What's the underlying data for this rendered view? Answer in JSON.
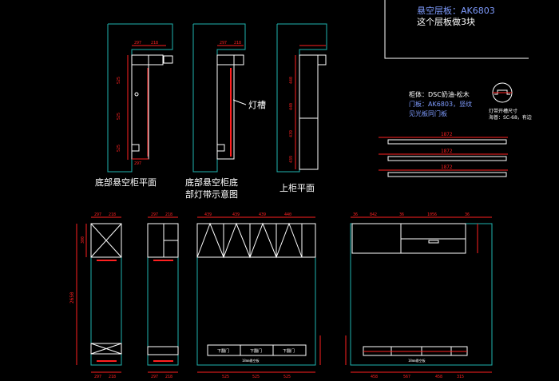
{
  "notes": {
    "shelf_title": "悬空层板：AK6803",
    "shelf_note": "这个层板做3块",
    "cabinet_body": "柜体：DSC奶油-松木",
    "door_panel": "门板：AK6803，竖纹",
    "see_light_door": "见光板同门板",
    "light_strip_note": "灯带开槽尺寸",
    "light_strip_spec": "海普：SC-68，有边"
  },
  "views": {
    "bottom_plan": "底部悬空柜平面",
    "bottom_light_1": "底部悬空柜底",
    "bottom_light_2": "部灯带示意图",
    "upper_plan": "上柜平面",
    "light_slot": "灯槽"
  },
  "dimensions": {
    "plan_a_top_1": "297",
    "plan_a_top_2": "218",
    "plan_a_side_1": "525",
    "plan_a_side_2": "525",
    "plan_a_side_3": "525",
    "plan_a_bottom": "297",
    "plan_b_top_1": "297",
    "plan_b_top_2": "218",
    "plan_c_side_1": "440",
    "plan_c_side_2": "440",
    "plan_c_side_3": "439",
    "plan_c_side_4": "439",
    "shelf_1": "1872",
    "shelf_2": "1872",
    "shelf_3": "1872",
    "elev_height": "2650",
    "elev_a_top_1": "297",
    "elev_a_top_2": "218",
    "elev_a_side_top": "300",
    "elev_a_bottom_1": "297",
    "elev_a_bottom_2": "218",
    "elev_b_top_1": "297",
    "elev_b_top_2": "218",
    "elev_b_bottom_1": "297",
    "elev_b_bottom_2": "218",
    "elev_c_top_1": "439",
    "elev_c_top_2": "439",
    "elev_c_top_3": "439",
    "elev_c_top_4": "440",
    "elev_c_bottom_1": "525",
    "elev_c_bottom_2": "525",
    "elev_c_bottom_3": "525",
    "elev_d_top_1": "36",
    "elev_d_top_2": "842",
    "elev_d_top_3": "36",
    "elev_d_top_4": "1056",
    "elev_d_top_5": "36",
    "elev_d_bottom_1": "458",
    "elev_d_bottom_2": "567",
    "elev_d_bottom_3": "458",
    "elev_d_bottom_4": "315"
  },
  "labels": {
    "drawer_1": "下翻门",
    "drawer_2": "下翻门",
    "drawer_3": "下翻门",
    "floor_cab_c": "18mm悬空板",
    "floor_cab_d": "18mm悬空板"
  }
}
